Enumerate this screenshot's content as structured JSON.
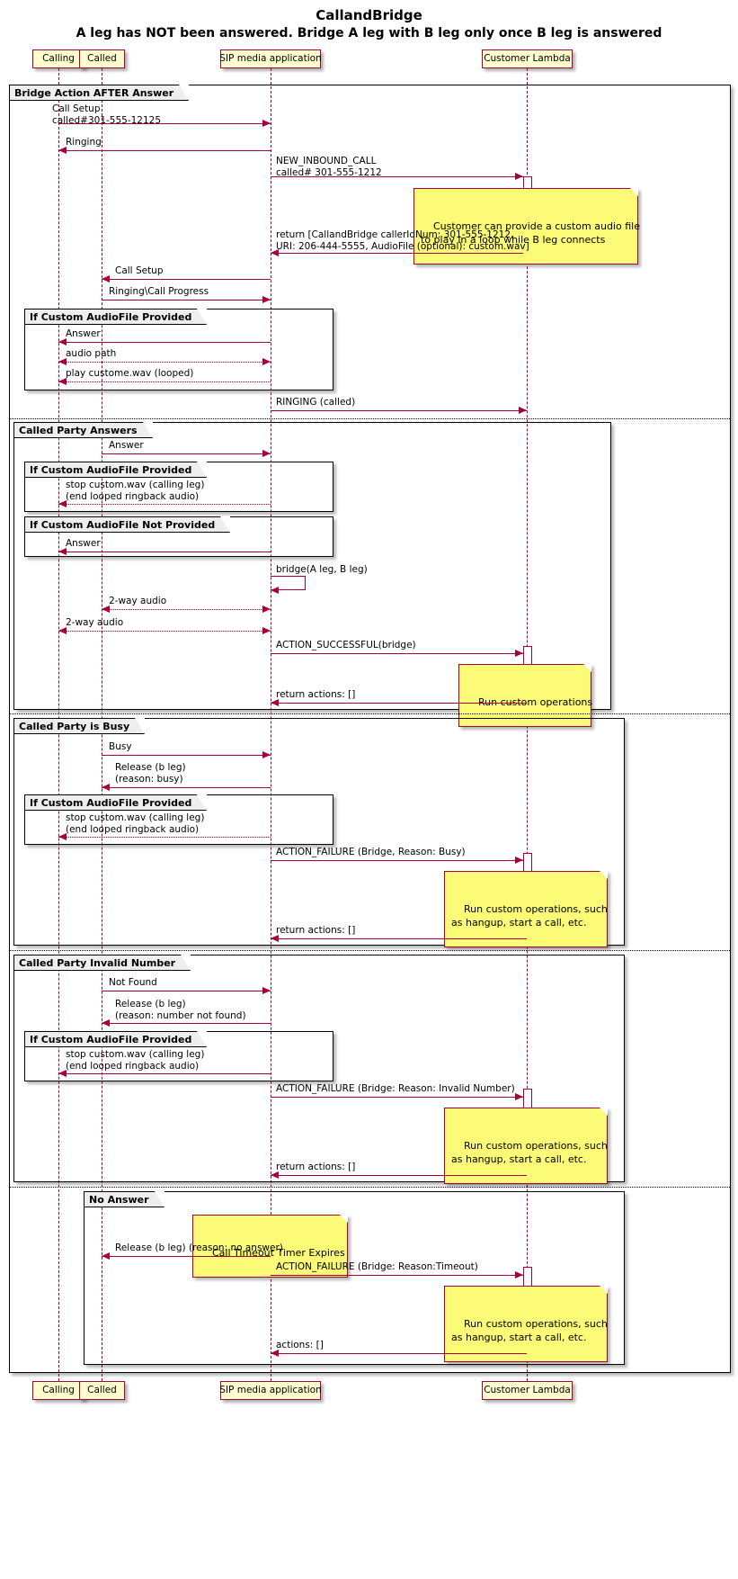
{
  "diagram": {
    "title_main": "CallandBridge",
    "title_sub": "A leg has NOT been answered. Bridge A leg with B leg only once B leg is answered",
    "accent_color": "#A80036",
    "note_color": "#FBFB77",
    "participant_fill": "#FEFECE",
    "frame_label_fill": "#EEEEEE"
  },
  "participants": [
    {
      "id": "calling",
      "label": "Calling"
    },
    {
      "id": "called",
      "label": "Called"
    },
    {
      "id": "sip",
      "label": "SIP media application"
    },
    {
      "id": "lambda",
      "label": "Customer Lambda"
    }
  ],
  "groups": [
    {
      "id": "g-bridge-after-answer",
      "label": "Bridge Action AFTER Answer"
    },
    {
      "id": "g-audio-1",
      "label": "If Custom AudioFile Provided"
    },
    {
      "id": "g-called-answers",
      "label": "Called Party Answers"
    },
    {
      "id": "g-audio-2",
      "label": "If Custom AudioFile Provided"
    },
    {
      "id": "g-audio-not",
      "label": "If Custom AudioFile Not Provided"
    },
    {
      "id": "g-busy",
      "label": "Called Party is Busy"
    },
    {
      "id": "g-audio-3",
      "label": "If Custom AudioFile Provided"
    },
    {
      "id": "g-invalid",
      "label": "Called Party Invalid Number"
    },
    {
      "id": "g-audio-4",
      "label": "If Custom AudioFile Provided"
    },
    {
      "id": "g-no-answer",
      "label": "No Answer"
    }
  ],
  "messages": [
    {
      "id": "m01",
      "text": "Call Setup\ncalled#301-555-12125"
    },
    {
      "id": "m02",
      "text": "Ringing"
    },
    {
      "id": "m03",
      "text": "NEW_INBOUND_CALL\ncalled# 301-555-1212"
    },
    {
      "id": "m04",
      "text": "return [CallandBridge callerIdNum: 301-555-1212,\nURI: 206-444-5555, AudioFile (optional): custom.wav]"
    },
    {
      "id": "m05",
      "text": "Call Setup"
    },
    {
      "id": "m06",
      "text": "Ringing\\Call Progress"
    },
    {
      "id": "m07",
      "text": "Answer"
    },
    {
      "id": "m08",
      "text": "audio path"
    },
    {
      "id": "m09",
      "text": "play custome.wav (looped)"
    },
    {
      "id": "m10",
      "text": "RINGING (called)"
    },
    {
      "id": "m11",
      "text": "Answer"
    },
    {
      "id": "m12",
      "text": "stop custom.wav (calling leg)\n(end looped ringback audio)"
    },
    {
      "id": "m13",
      "text": "Answer"
    },
    {
      "id": "m14",
      "text": "bridge(A leg, B leg)"
    },
    {
      "id": "m15",
      "text": "2-way audio"
    },
    {
      "id": "m16",
      "text": "2-way audio"
    },
    {
      "id": "m17",
      "text": "ACTION_SUCCESSFUL(bridge)"
    },
    {
      "id": "m18",
      "text": "return actions: []"
    },
    {
      "id": "m19",
      "text": "Busy"
    },
    {
      "id": "m20",
      "text": "Release (b leg)\n(reason: busy)"
    },
    {
      "id": "m21",
      "text": "stop custom.wav (calling leg)\n(end looped ringback audio)"
    },
    {
      "id": "m22",
      "text": "ACTION_FAILURE (Bridge, Reason: Busy)"
    },
    {
      "id": "m23",
      "text": "return actions: []"
    },
    {
      "id": "m24",
      "text": "Not Found"
    },
    {
      "id": "m25",
      "text": "Release (b leg)\n(reason: number not found)"
    },
    {
      "id": "m26",
      "text": "stop custom.wav (calling leg)\n(end looped ringback audio)"
    },
    {
      "id": "m27",
      "text": "ACTION_FAILURE (Bridge: Reason: Invalid Number)"
    },
    {
      "id": "m28",
      "text": "return actions: []"
    },
    {
      "id": "m29",
      "text": "Release (b leg) (reason: no answer)"
    },
    {
      "id": "m30",
      "text": "ACTION_FAILURE (Bridge: Reason:Timeout)"
    },
    {
      "id": "m31",
      "text": "actions: []"
    }
  ],
  "notes": [
    {
      "id": "n1",
      "text": "Customer can provide a custom audio file\nto play in a loop while B leg connects"
    },
    {
      "id": "n2",
      "text": "Run custom operations"
    },
    {
      "id": "n3",
      "text": "Run custom operations, such\nas hangup, start a call, etc."
    },
    {
      "id": "n4",
      "text": "Run custom operations, such\nas hangup, start a call, etc."
    },
    {
      "id": "n5",
      "text": "Call Timeout Timer Expires"
    },
    {
      "id": "n6",
      "text": "Run custom operations, such\nas hangup, start a call, etc."
    }
  ]
}
